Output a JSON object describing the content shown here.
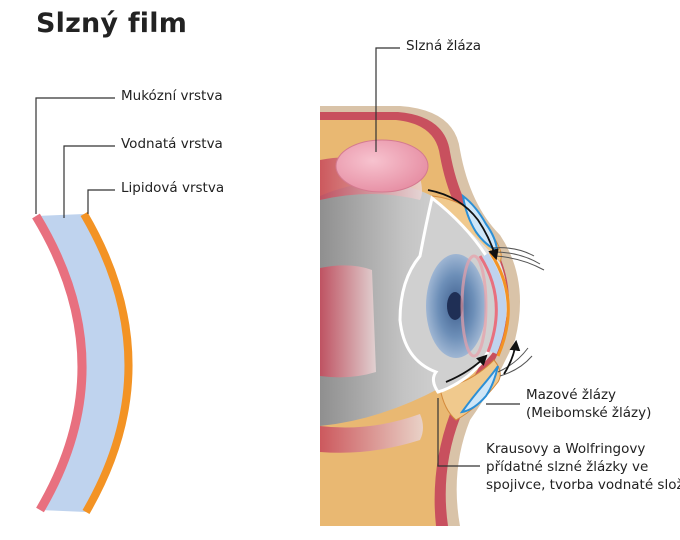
{
  "title": "Slzný film",
  "labels": {
    "mucous": "Mukózní vrstva",
    "aqueous": "Vodnatá vrstva",
    "lipid": "Lipidová vrstva",
    "lacrimal_gland": "Slzná žláza",
    "meibomian_1": "Mazové žlázy",
    "meibomian_2": "(Meibomské žlázy)",
    "krause_1": "Krausovy a Wolfringovy",
    "krause_2": "přídatné slzné žlázky ve",
    "krause_3": "spojivce, tvorba vodnaté složky"
  },
  "colors": {
    "mucous_layer": "#e8707f",
    "aqueous_layer": "#bfd3ee",
    "lipid_layer": "#f39324",
    "tissue": "#e9b872",
    "skin": "#d9c3a8",
    "muscle": "#c8505e",
    "gland": "#f0a0b0",
    "eyeball": "#c9c9c9",
    "iris": "#6d8fb8",
    "leader_line": "#333333",
    "meibomian_outline": "#2b8fd6"
  }
}
